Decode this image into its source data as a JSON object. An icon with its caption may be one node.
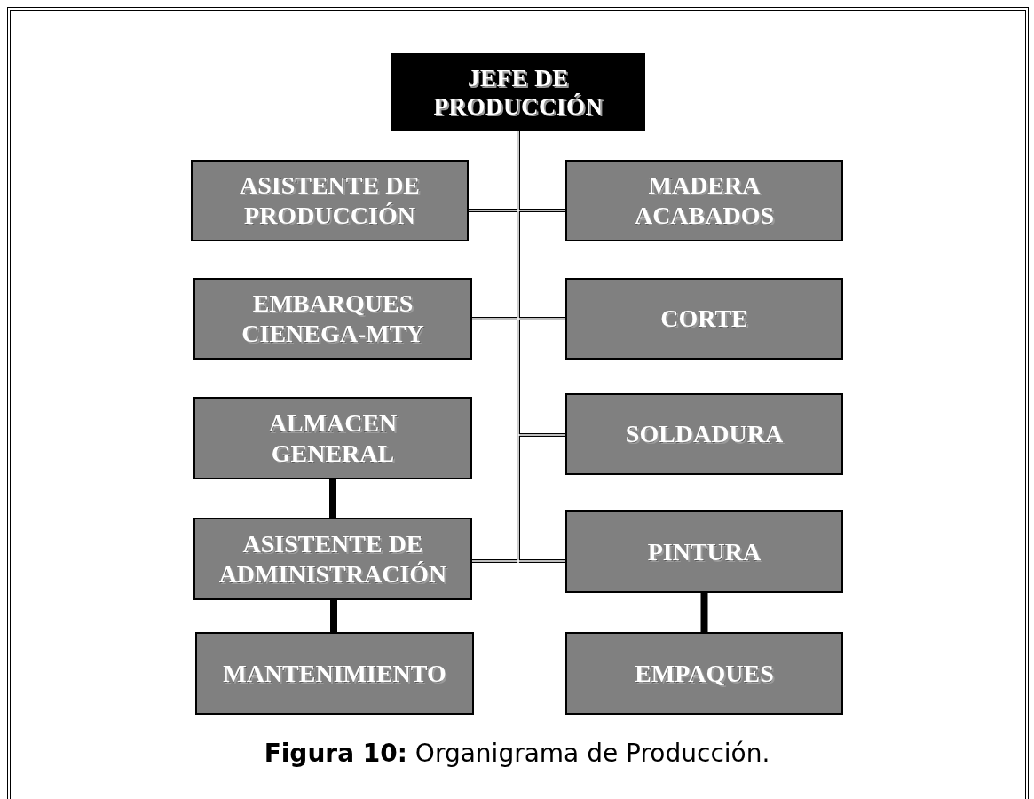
{
  "diagram": {
    "caption": "**Figura 10:** Organigrama de Producción.",
    "nodes": [
      {
        "text": [
          "JEFE DE PRODUCCIÓN"
        ]
      },
      {
        "text": [
          "ASISTENTE DE PRODUCCIÓN"
        ]
      },
      {
        "text": [
          "MADERA ACABADOS"
        ]
      },
      {
        "text": [
          "EMBARQUES CIENEGA-MTY"
        ]
      },
      {
        "text": [
          "CORTE"
        ]
      },
      {
        "text": [
          "ALMACEN GENERAL"
        ]
      },
      {
        "text": [
          "SOLDADURA"
        ]
      },
      {
        "text": [
          "ASISTENTE DE ADMINISTRACIÓN"
        ]
      },
      {
        "text": [
          "PINTURA"
        ]
      },
      {
        "text": [
          "MANTENIMIENTO"
        ]
      },
      {
        "text": [
          "EMPAQUES"
        ]
      }
    ],
    "edges": [
      {
        "from": 0,
        "to": 1,
        "arrow": "none"
      },
      {
        "from": 0,
        "to": 2,
        "arrow": "none"
      },
      {
        "from": 0,
        "to": 3,
        "arrow": "none"
      },
      {
        "from": 0,
        "to": 4,
        "arrow": "none"
      },
      {
        "from": 0,
        "to": 6,
        "arrow": "none"
      },
      {
        "from": 0,
        "to": 7,
        "arrow": "none"
      },
      {
        "from": 0,
        "to": 8,
        "arrow": "none"
      },
      {
        "from": 5,
        "to": 7,
        "arrow": "none",
        "style": "thick"
      },
      {
        "from": 7,
        "to": 9,
        "arrow": "none",
        "style": "thick"
      },
      {
        "from": 8,
        "to": 10,
        "arrow": "none",
        "style": "thick"
      }
    ]
  }
}
